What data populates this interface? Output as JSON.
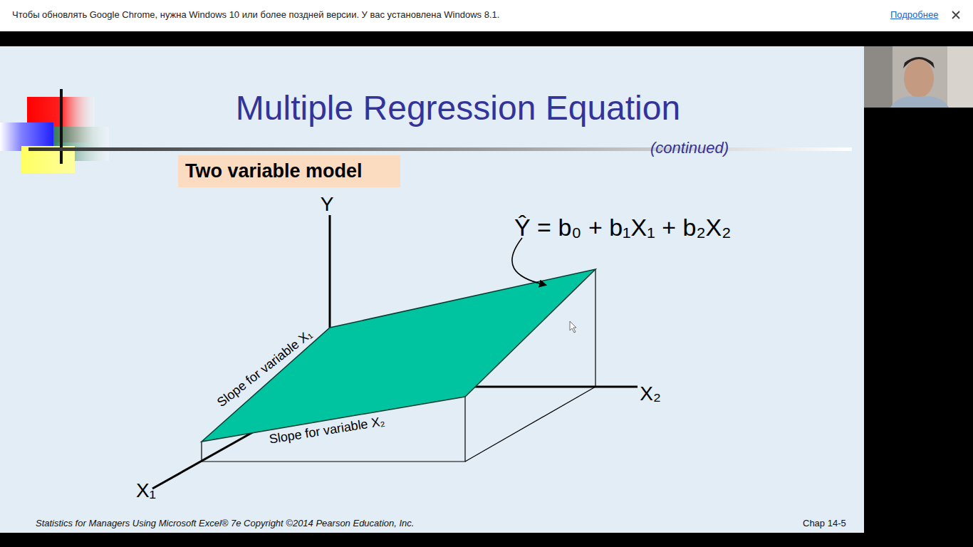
{
  "diagram": {
    "title": "Multiple Regression Equation",
    "nodes": [
      {
        "text": [
          "Two variable model"
        ]
      }
    ],
    "labels": [
      "Чтобы обновлять Google Chrome, нужна Windows 10 или более поздней версии. У вас установлена Windows 8.1.",
      "Подробнее",
      "(continued)",
      "Y",
      "Ŷ = b₀ + b₁X₁ + b₂X₂",
      "Slope for variable X₁",
      "X₂",
      "Slope for variable X₂",
      "X₁",
      "Statistics for Managers Using Microsoft Excel® 7e Copyright ©2014 Pearson Education, Inc.",
      "Chap 14-5"
    ]
  }
}
